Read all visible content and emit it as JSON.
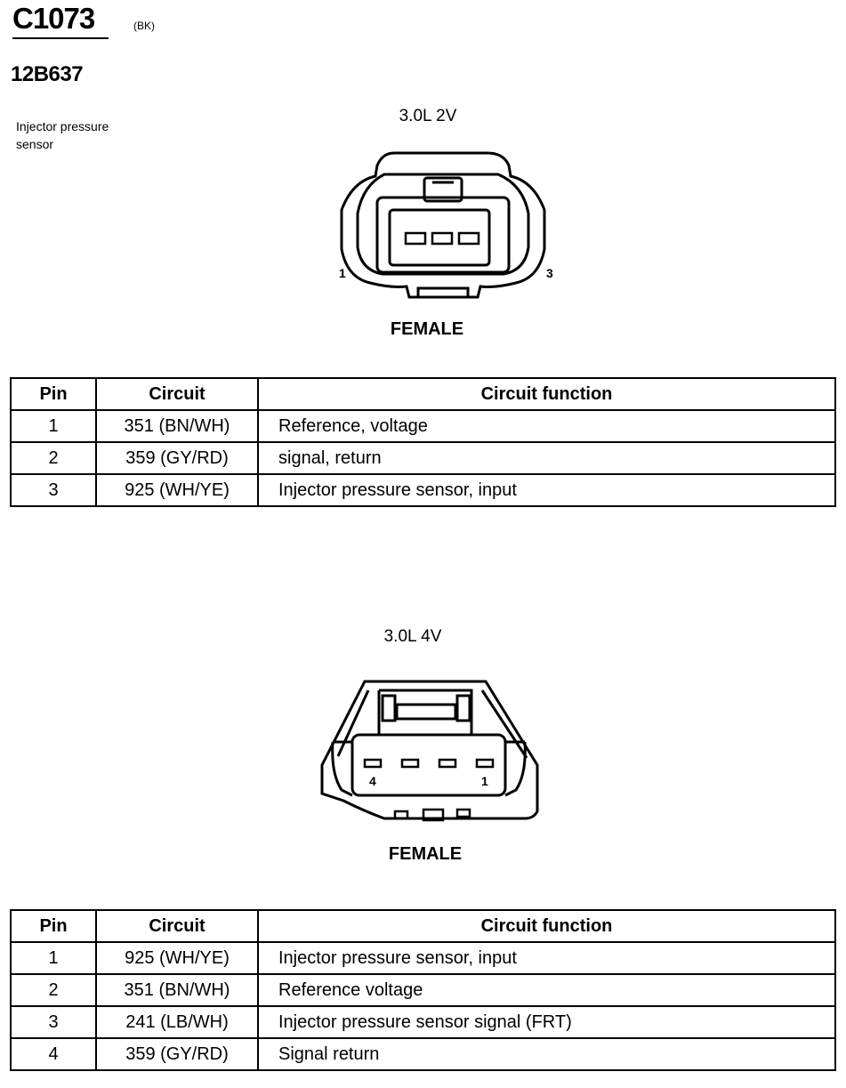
{
  "header": {
    "connector_id": "C1073",
    "color_code": "(BK)",
    "part_number": "12B637",
    "component_name": "Injector pressure sensor"
  },
  "variants": [
    {
      "label": "3.0L 2V",
      "gender": "FEMALE",
      "pin_labels": [
        "1",
        "3"
      ],
      "table": {
        "headers": [
          "Pin",
          "Circuit",
          "Circuit function"
        ],
        "rows": [
          {
            "pin": "1",
            "circuit": "351 (BN/WH)",
            "function": "Reference, voltage"
          },
          {
            "pin": "2",
            "circuit": "359 (GY/RD)",
            "function": "signal, return"
          },
          {
            "pin": "3",
            "circuit": "925 (WH/YE)",
            "function": "Injector pressure sensor, input"
          }
        ]
      }
    },
    {
      "label": "3.0L 4V",
      "gender": "FEMALE",
      "pin_labels": [
        "4",
        "1"
      ],
      "table": {
        "headers": [
          "Pin",
          "Circuit",
          "Circuit function"
        ],
        "rows": [
          {
            "pin": "1",
            "circuit": "925 (WH/YE)",
            "function": "Injector pressure sensor, input"
          },
          {
            "pin": "2",
            "circuit": "351 (BN/WH)",
            "function": "Reference voltage"
          },
          {
            "pin": "3",
            "circuit": "241 (LB/WH)",
            "function": "Injector pressure sensor signal (FRT)"
          },
          {
            "pin": "4",
            "circuit": "359 (GY/RD)",
            "function": "Signal return"
          }
        ]
      }
    }
  ]
}
